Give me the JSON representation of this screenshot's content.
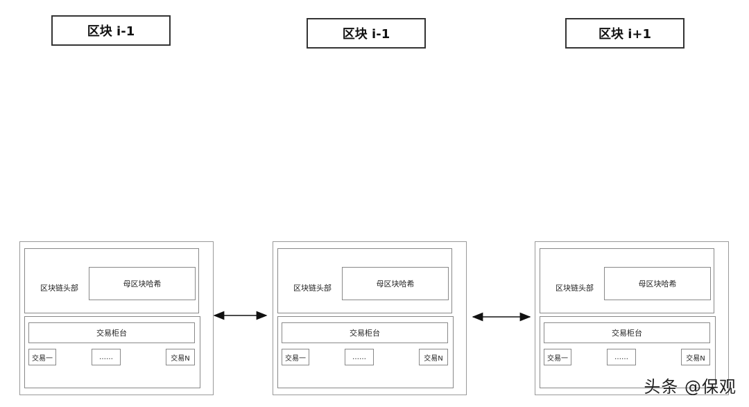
{
  "titles": [
    "区块 i-1",
    "区块 i-1",
    "区块 i+1"
  ],
  "block": {
    "header_label": "区块链头部",
    "parent_hash": "母区块哈希",
    "tx_counter": "交易柜台",
    "tx_first": "交易一",
    "tx_ellipsis": "……",
    "tx_last": "交易N"
  },
  "watermark": "头条 @保观"
}
